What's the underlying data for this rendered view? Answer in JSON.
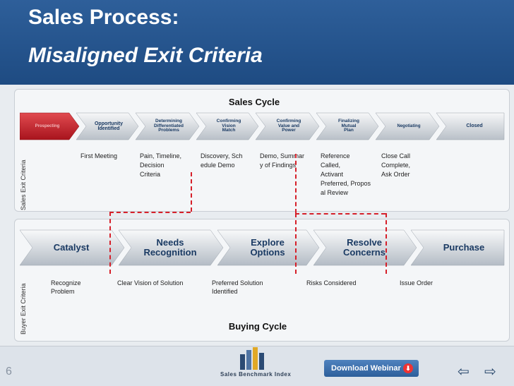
{
  "title": {
    "line1": "Sales Process:",
    "line2": "Misaligned Exit Criteria"
  },
  "sales_cycle": {
    "label": "Sales Cycle",
    "exit_label": "Sales Exit Criteria",
    "stages": [
      "Prospecting",
      "Opportunity\nIdentified",
      "Determining\nDifferentiated\nProblems",
      "Confirming\nVision\nMatch",
      "Confirming\nValue and\nPower",
      "Finalizing\nMutual\nPlan",
      "Negotiating",
      "Closed"
    ],
    "criteria": [
      "First Meeting",
      "Pain, Timeline,\nDecision\nCriteria",
      "Discovery, Sch\nedule Demo",
      "Demo, Summar\ny of Findings",
      "Reference\nCalled,\nActivant\nPreferred, Propos\nal Review",
      "Close Call\nComplete,\nAsk Order"
    ]
  },
  "buying_cycle": {
    "label": "Buying Cycle",
    "exit_label": "Buyer Exit Criteria",
    "stages": [
      "Catalyst",
      "Needs\nRecognition",
      "Explore\nOptions",
      "Resolve\nConcerns",
      "Purchase"
    ],
    "criteria": [
      "Recognize\nProblem",
      "Clear Vision of Solution",
      "Preferred Solution\nIdentified",
      "Risks Considered",
      "Issue Order"
    ]
  },
  "footer": {
    "page_number": "6",
    "brand": "Sales Benchmark Index",
    "button": "Download Webinar",
    "prev_icon": "arrow-left-icon",
    "next_icon": "arrow-right-icon"
  },
  "colors": {
    "accent_red": "#d6202a",
    "header_blue": "#2e5f9a",
    "prospecting_red": "#c8232c"
  }
}
